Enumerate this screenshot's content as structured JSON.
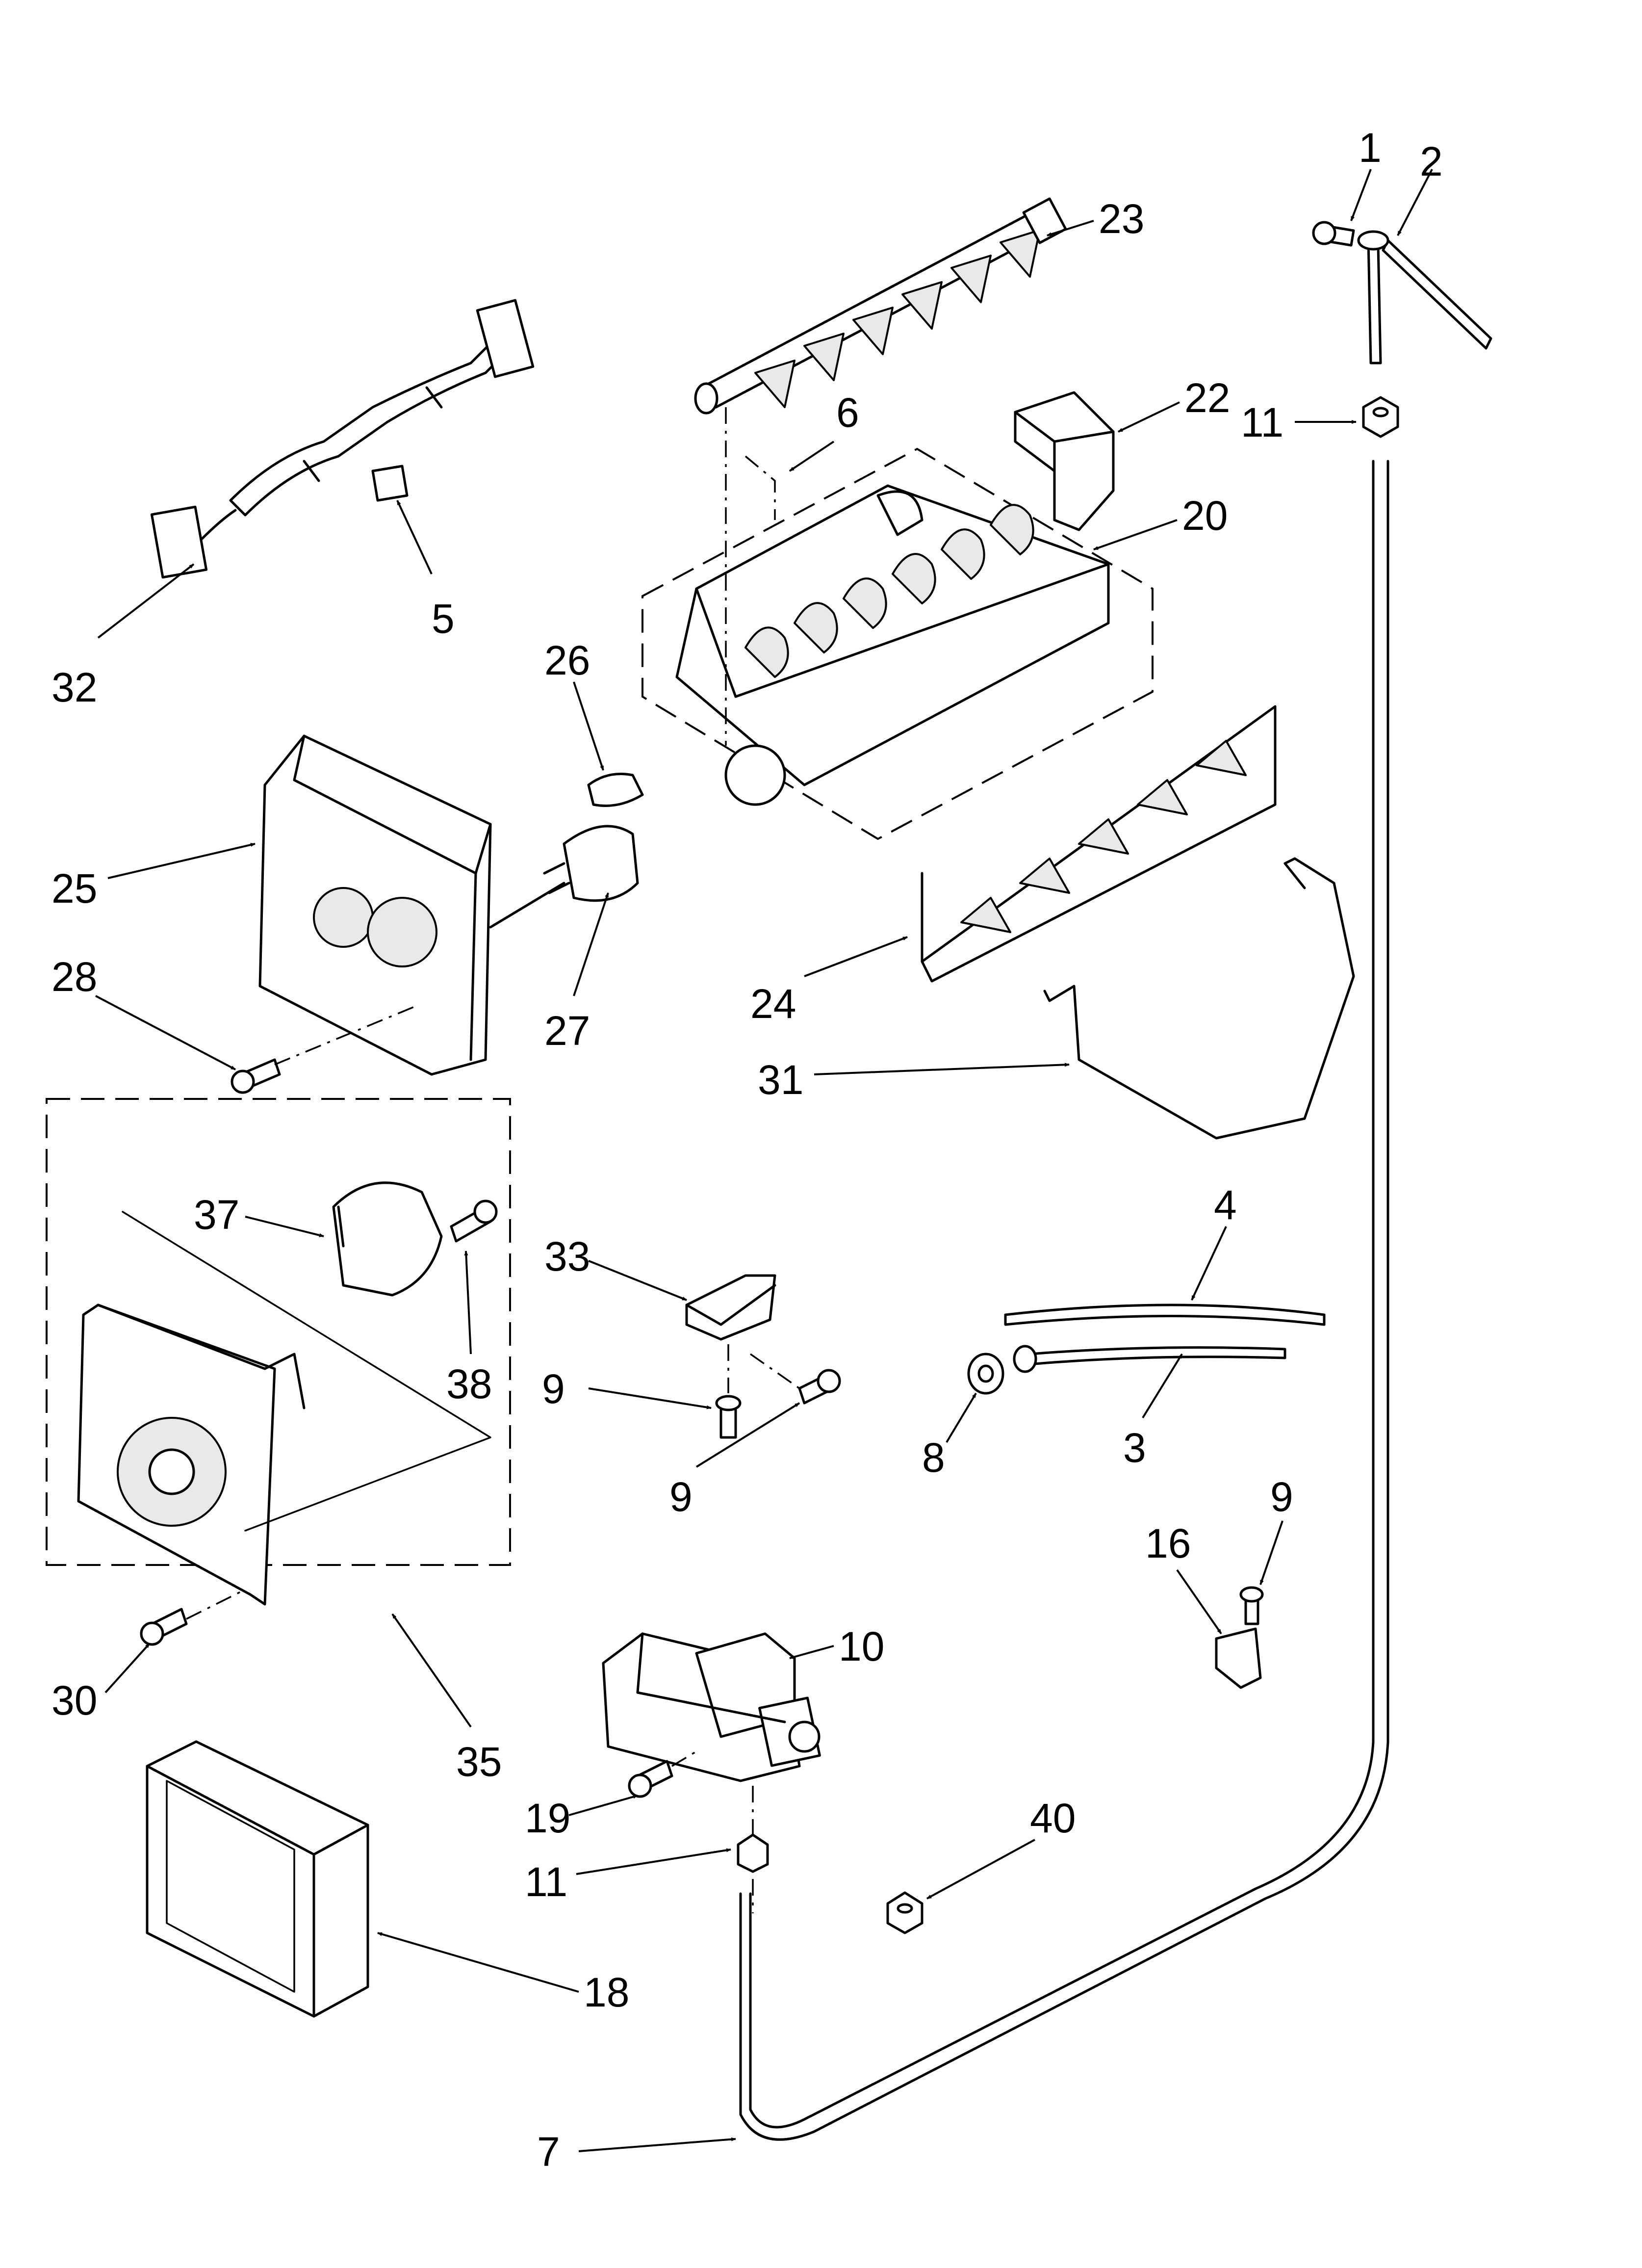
{
  "diagram": {
    "callouts": [
      "1",
      "2",
      "23",
      "22",
      "11",
      "6",
      "20",
      "32",
      "5",
      "26",
      "25",
      "28",
      "27",
      "24",
      "31",
      "37",
      "38",
      "33",
      "4",
      "9",
      "9",
      "8",
      "3",
      "9",
      "16",
      "10",
      "30",
      "35",
      "19",
      "11",
      "40",
      "18",
      "7"
    ]
  }
}
